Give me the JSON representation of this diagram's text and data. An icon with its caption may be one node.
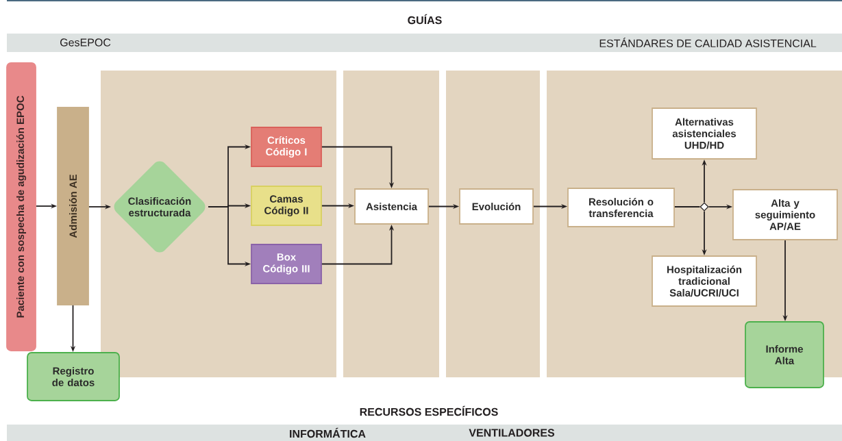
{
  "diagram": {
    "nodes": [
      {
        "text": [
          "Paciente con sospecha de agudización EPOC"
        ]
      },
      {
        "text": [
          "Admisión AE"
        ]
      },
      {
        "text": [
          "Registro de datos"
        ]
      },
      {
        "text": [
          "Clasificación estructurada"
        ]
      },
      {
        "text": [
          "Críticos Código I"
        ]
      },
      {
        "text": [
          "Camas Código II"
        ]
      },
      {
        "text": [
          "Box Código III"
        ]
      },
      {
        "text": [
          "Asistencia"
        ]
      },
      {
        "text": [
          "Evolución"
        ]
      },
      {
        "text": [
          "Resolución o transferencia"
        ]
      },
      {
        "text": [],
        "shape": "diamond"
      },
      {
        "text": [
          "Alternativas asistenciales UHD/HD"
        ]
      },
      {
        "text": [
          "Alta y seguimiento AP/AE"
        ]
      },
      {
        "text": [
          "Hospitalización tradicional Sala/UCRI/UCI"
        ]
      },
      {
        "text": [
          "Informe Alta"
        ]
      }
    ],
    "edges": [
      {
        "from": 0,
        "to": 1,
        "arrow": "to"
      },
      {
        "from": 1,
        "to": 2,
        "arrow": "to"
      },
      {
        "from": 1,
        "to": 3,
        "arrow": "to"
      },
      {
        "from": 3,
        "to": 4,
        "arrow": "to"
      },
      {
        "from": 3,
        "to": 5,
        "arrow": "to"
      },
      {
        "from": 3,
        "to": 6,
        "arrow": "to"
      },
      {
        "from": 4,
        "to": 7,
        "arrow": "to"
      },
      {
        "from": 5,
        "to": 7,
        "arrow": "to"
      },
      {
        "from": 6,
        "to": 7,
        "arrow": "to"
      },
      {
        "from": 7,
        "to": 8,
        "arrow": "to"
      },
      {
        "from": 8,
        "to": 9,
        "arrow": "to"
      },
      {
        "from": 9,
        "to": 10,
        "arrow": "none"
      },
      {
        "from": 10,
        "to": 11,
        "arrow": "to"
      },
      {
        "from": 10,
        "to": 12,
        "arrow": "to"
      },
      {
        "from": 10,
        "to": 13,
        "arrow": "to"
      },
      {
        "from": 12,
        "to": 14,
        "arrow": "to"
      }
    ],
    "labels": [
      "GUÍAS",
      "GesEPOC",
      "ESTÁNDARES DE CALIDAD ASISTENCIAL",
      "RECURSOS ESPECÍFICOS",
      "INFORMÁTICA",
      "VENTILADORES"
    ]
  }
}
